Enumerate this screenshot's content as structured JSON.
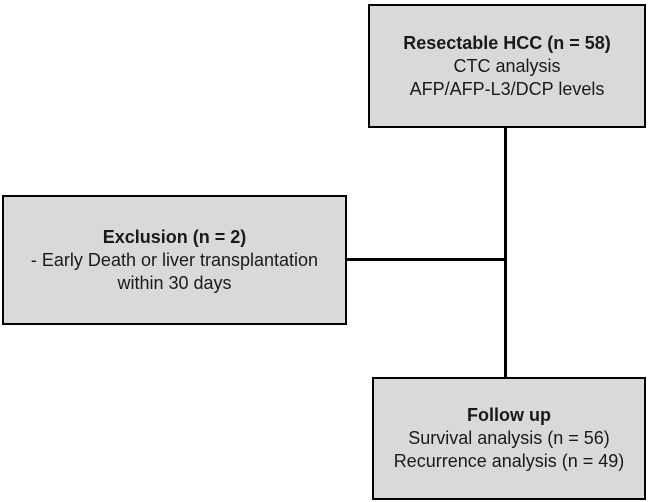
{
  "diagram": {
    "colors": {
      "background": "#ffffff",
      "box_fill": "#d9d9d9",
      "box_border": "#000000",
      "connector": "#000000",
      "text": "#1a1a1a"
    },
    "nodes": {
      "resectable": {
        "title": "Resectable HCC (n = 58)",
        "lines": [
          "CTC analysis",
          "AFP/AFP-L3/DCP levels"
        ]
      },
      "exclusion": {
        "title": "Exclusion (n = 2)",
        "lines": [
          "- Early Death or liver transplantation",
          "within 30 days"
        ]
      },
      "follow_up": {
        "title": "Follow up",
        "lines": [
          "Survival analysis (n = 56)",
          "Recurrence analysis (n = 49)"
        ]
      }
    }
  }
}
